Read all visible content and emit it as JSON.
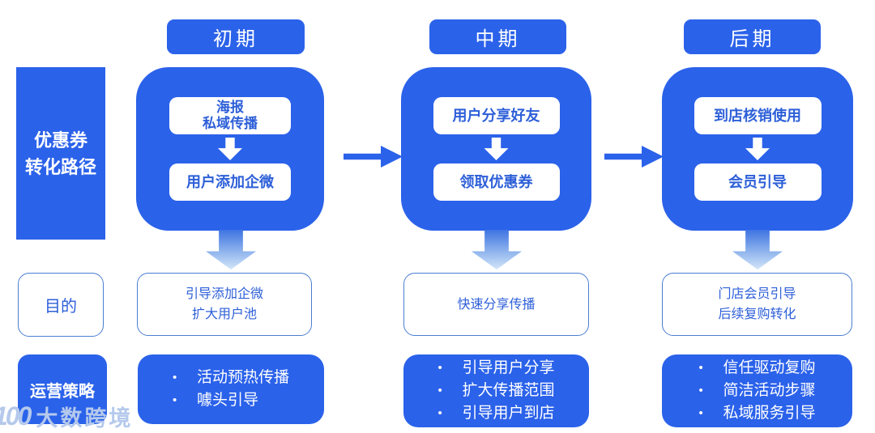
{
  "colors": {
    "primary_blue": "#2B62EA",
    "text_blue": "#2D5FD8",
    "purpose_border": "#4A7ED2",
    "gradient_arrow_top": "#3F74E2",
    "gradient_arrow_bottom": "#D3E6F9",
    "watermark": "#B5C9EC"
  },
  "left_labels": {
    "path_line1": "优惠券",
    "path_line2": "转化路径",
    "purpose": "目的",
    "strategy": "运营策略"
  },
  "bullet": "•",
  "phases": [
    {
      "title": "初期",
      "steps": [
        [
          "海报",
          "私域传播"
        ],
        [
          "用户添加企微"
        ]
      ],
      "purpose": [
        "引导添加企微",
        "扩大用户池"
      ],
      "strategies": [
        "活动预热传播",
        "噱头引导"
      ]
    },
    {
      "title": "中期",
      "steps": [
        [
          "用户分享好友"
        ],
        [
          "领取优惠券"
        ]
      ],
      "purpose": [
        "快速分享传播"
      ],
      "strategies": [
        "引导用户分享",
        "扩大传播范围",
        "引导用户到店"
      ]
    },
    {
      "title": "后期",
      "steps": [
        [
          "到店核销使用"
        ],
        [
          "会员引导"
        ]
      ],
      "purpose": [
        "门店会员引导",
        "后续复购转化"
      ],
      "strategies": [
        "信任驱动复购",
        "简洁活动步骤",
        "私域服务引导"
      ]
    }
  ],
  "watermark": {
    "icon": "100",
    "text": "大数跨境"
  }
}
